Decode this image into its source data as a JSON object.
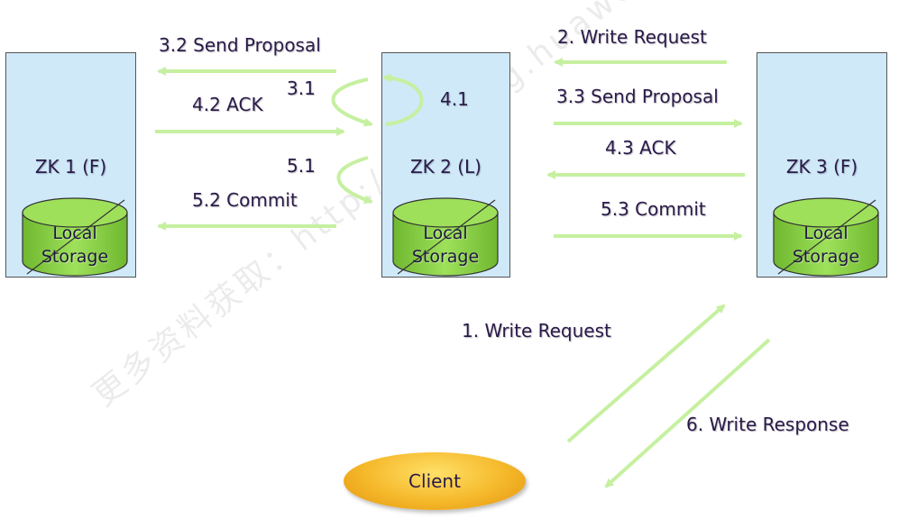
{
  "nodes": {
    "zk1": {
      "label": "ZK 1 (F)",
      "storage_line1": "Local",
      "storage_line2": "Storage"
    },
    "zk2": {
      "label": "ZK 2 (L)",
      "storage_line1": "Local",
      "storage_line2": "Storage"
    },
    "zk3": {
      "label": "ZK 3 (F)",
      "storage_line1": "Local",
      "storage_line2": "Storage"
    }
  },
  "client": {
    "label": "Client"
  },
  "steps": {
    "s1": "1. Write Request",
    "s2": "2. Write Request",
    "s3_1": "3.1",
    "s3_2": "3.2 Send Proposal",
    "s3_3": "3.3 Send Proposal",
    "s4_1": "4.1",
    "s4_2": "4.2 ACK",
    "s4_3": "4.3 ACK",
    "s5_1": "5.1",
    "s5_2": "5.2 Commit",
    "s5_3": "5.3 Commit",
    "s6": "6. Write Response"
  },
  "watermark": "更多资料获取：http://learning.huawei.com/",
  "colors": {
    "node_fill": "#cfe9f9",
    "arrow": "#c6f0a0",
    "storage": "#8cd34a",
    "client": "#f5b82a",
    "text": "#2a1a4a"
  }
}
